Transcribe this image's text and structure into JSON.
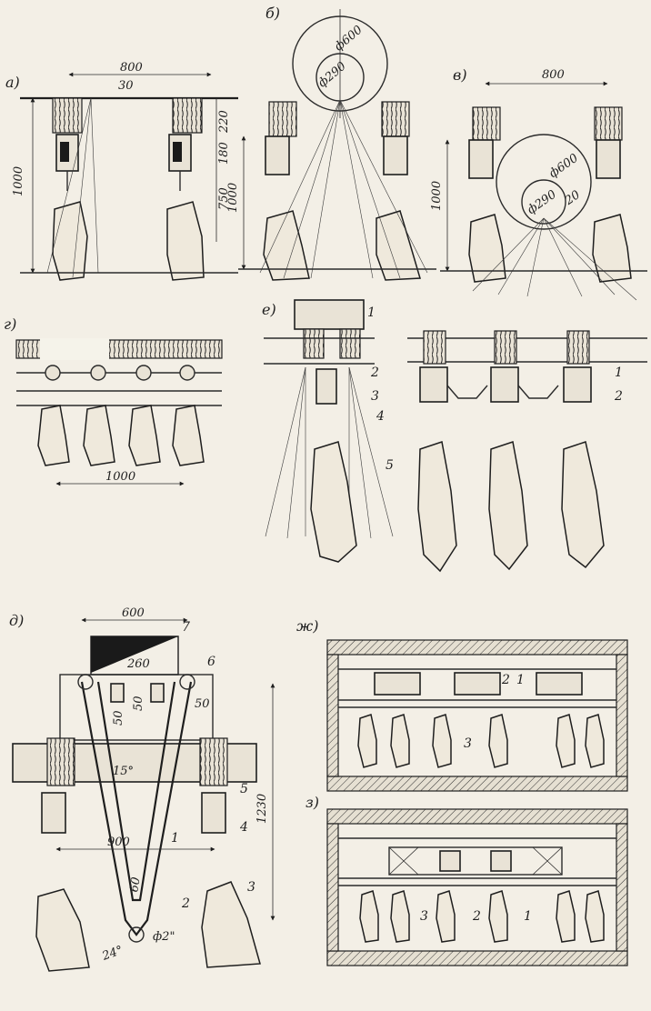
{
  "panels": {
    "a": {
      "letter": "а)",
      "dims": [
        "800",
        "30",
        "220",
        "180",
        "750",
        "1000"
      ]
    },
    "b": {
      "letter": "б)",
      "dims": [
        "ф600",
        "ф290",
        "1000"
      ]
    },
    "v": {
      "letter": "в)",
      "dims": [
        "800",
        "ф600",
        "ф290",
        "20",
        "1000"
      ]
    },
    "g": {
      "letter": "г)",
      "dims": [
        "1000"
      ]
    },
    "e": {
      "letter": "е)",
      "callouts": [
        "1",
        "2",
        "3",
        "4",
        "5",
        "1",
        "2"
      ]
    },
    "d": {
      "letter": "д)",
      "dims": [
        "600",
        "260",
        "50",
        "50",
        "50",
        "15°",
        "900",
        "60",
        "ф2\"",
        "24°",
        "1230"
      ],
      "callouts": [
        "7",
        "6",
        "5",
        "4",
        "1",
        "2",
        "3"
      ]
    },
    "zh": {
      "letter": "ж)",
      "callouts": [
        "2",
        "1",
        "3"
      ]
    },
    "z": {
      "letter": "з)",
      "callouts": [
        "3",
        "2",
        "1"
      ]
    }
  }
}
